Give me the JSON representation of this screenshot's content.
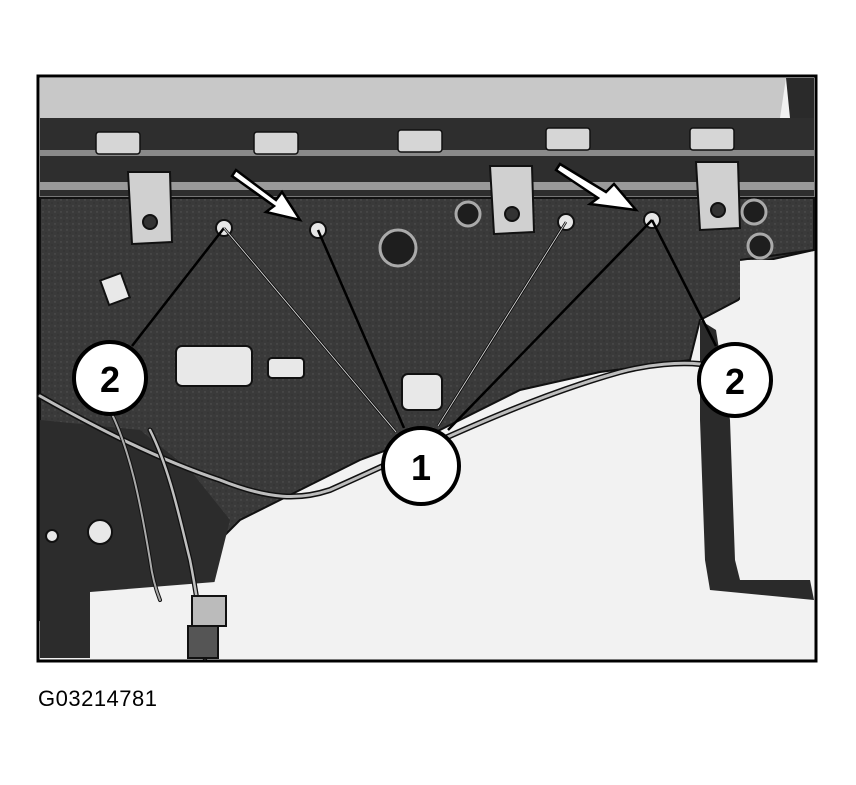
{
  "figure": {
    "caption": "G03214781",
    "callouts": [
      {
        "label": "2"
      },
      {
        "label": "1"
      },
      {
        "label": "2"
      }
    ],
    "colors": {
      "panel": "#3b3b3b",
      "background": "#f4f4f4",
      "outline": "#000000",
      "window": "#c9c9c9"
    }
  }
}
